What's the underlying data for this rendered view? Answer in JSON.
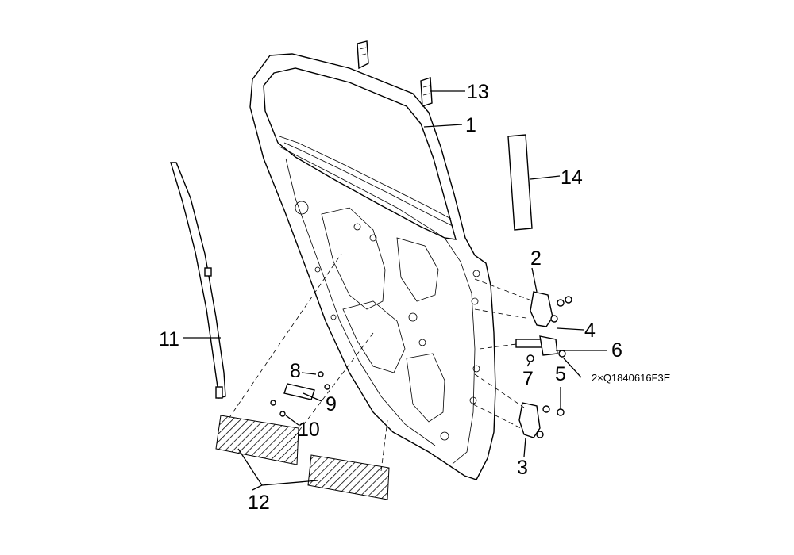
{
  "labels": {
    "l1": "1",
    "l2": "2",
    "l3": "3",
    "l4": "4",
    "l5": "5",
    "l6": "6",
    "l7": "7",
    "l8": "8",
    "l9": "9",
    "l10": "10",
    "l11": "11",
    "l12": "12",
    "l13": "13",
    "l14": "14",
    "bolt_note": "2×Q1840616F3E"
  }
}
